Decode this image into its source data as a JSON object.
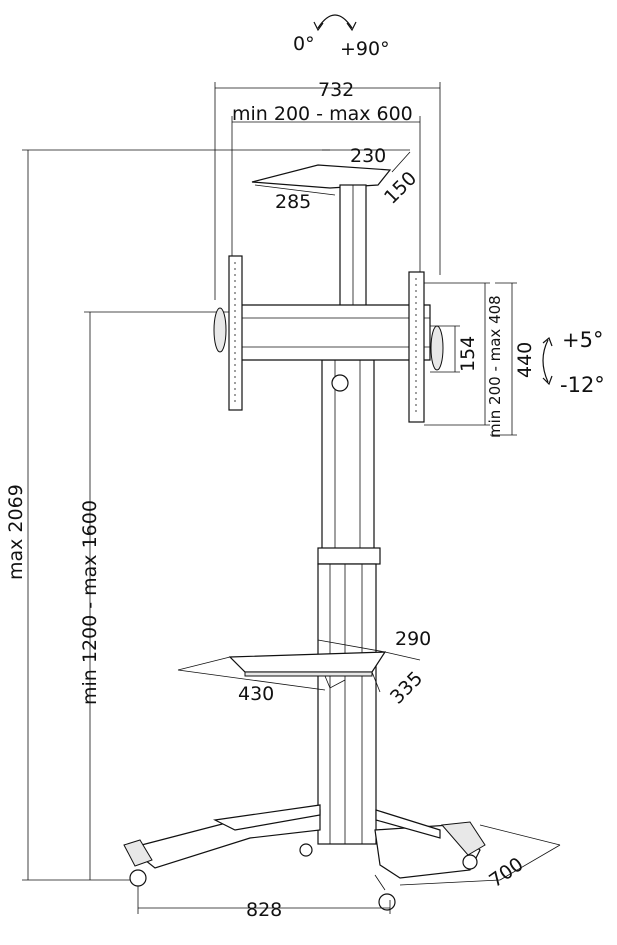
{
  "rotation": {
    "start": "0°",
    "end": "+90°"
  },
  "tilt": {
    "up": "+5°",
    "down": "-12°"
  },
  "dimensions": {
    "overall_width": "732",
    "vesa_horizontal": "min 200 - max 600",
    "top_plate_width": "230",
    "top_plate_length": "285",
    "top_plate_depth": "150",
    "crossbar_height": "154",
    "bracket_height": "440",
    "vesa_vertical": "min 200 - max 408",
    "max_height": "max 2069",
    "mount_height": "min 1200 - max 1600",
    "shelf_width": "290",
    "shelf_length": "430",
    "shelf_depth": "335",
    "base_depth": "700",
    "base_width": "828"
  }
}
